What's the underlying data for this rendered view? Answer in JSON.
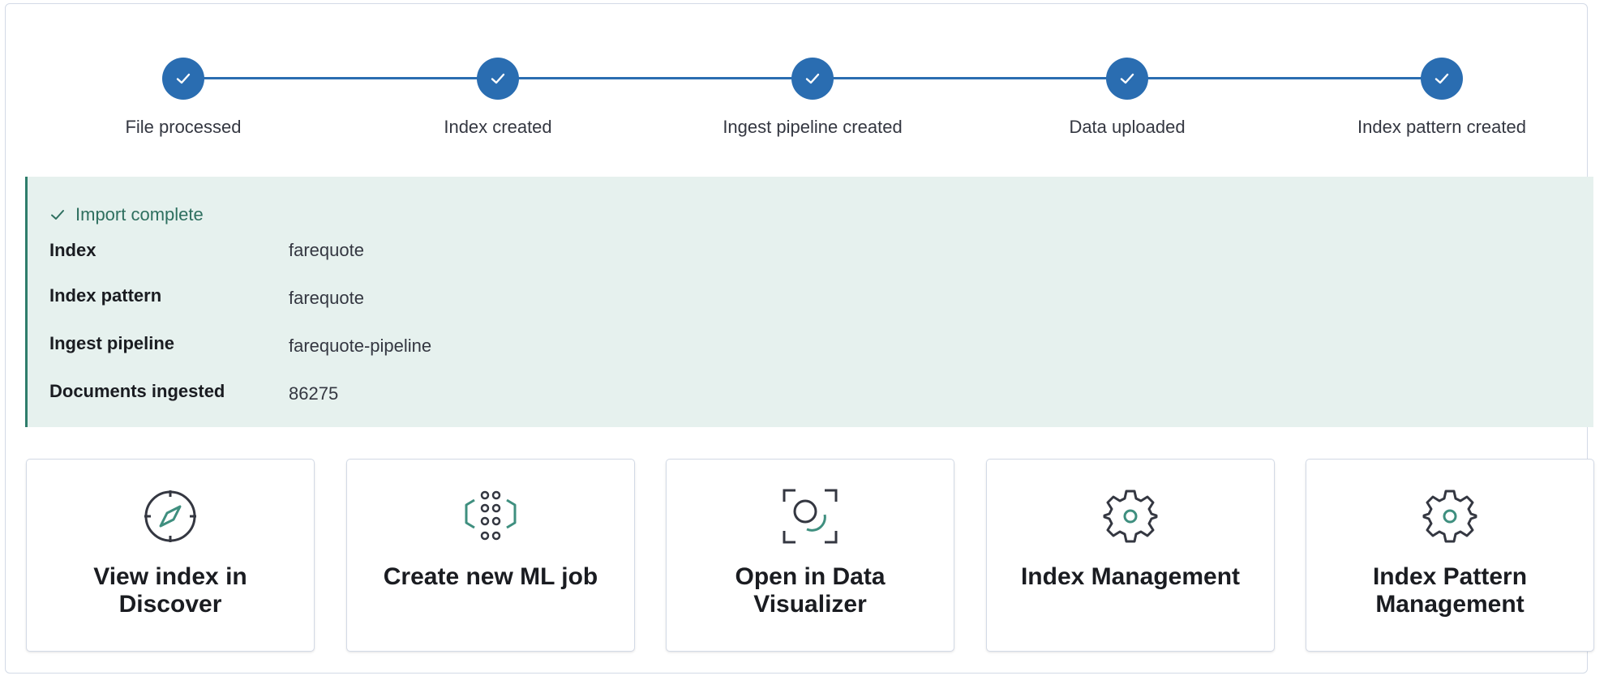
{
  "steps": [
    {
      "label": "File processed"
    },
    {
      "label": "Index created"
    },
    {
      "label": "Ingest pipeline created"
    },
    {
      "label": "Data uploaded"
    },
    {
      "label": "Index pattern created"
    }
  ],
  "callout": {
    "title": "Import complete",
    "rows": [
      {
        "label": "Index",
        "value": "farequote"
      },
      {
        "label": "Index pattern",
        "value": "farequote"
      },
      {
        "label": "Ingest pipeline",
        "value": "farequote-pipeline"
      },
      {
        "label": "Documents ingested",
        "value": "86275"
      }
    ]
  },
  "cards": [
    {
      "title": "View index in Discover",
      "icon": "compass-icon"
    },
    {
      "title": "Create new ML job",
      "icon": "ml-job-icon"
    },
    {
      "title": "Open in Data Visualizer",
      "icon": "data-visualizer-icon"
    },
    {
      "title": "Index Management",
      "icon": "gear-icon"
    },
    {
      "title": "Index Pattern Management",
      "icon": "gear-icon"
    }
  ],
  "colors": {
    "step_accent": "#2a6db1",
    "callout_bg": "#e6f1ee",
    "success_text": "#2e6f5f",
    "icon_accent": "#3f8f7f"
  }
}
